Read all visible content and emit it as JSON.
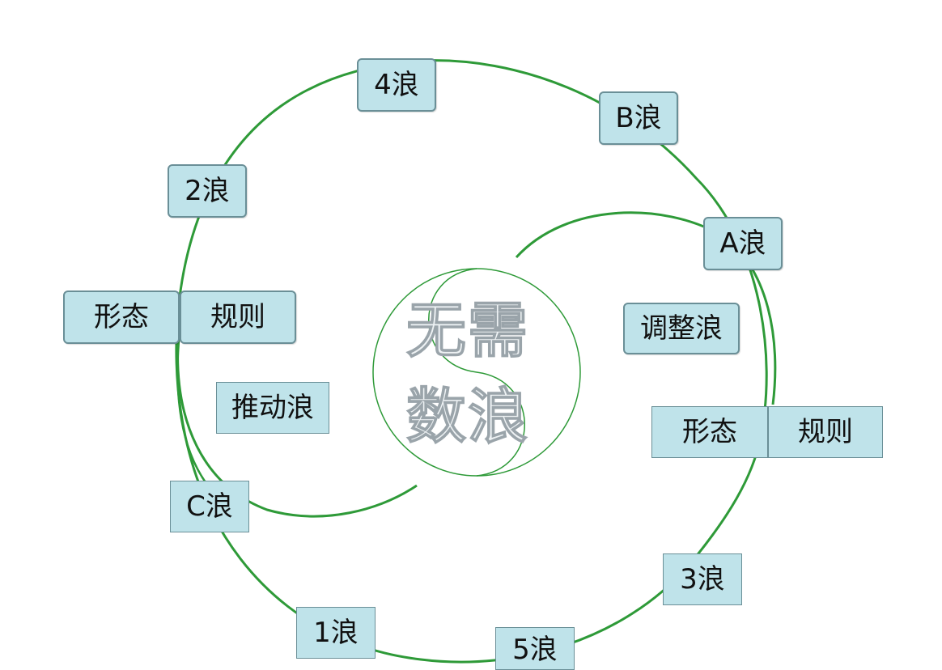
{
  "colors": {
    "line": "#2e9a38",
    "box_fill": "#bfe3ea",
    "box_border": "#6a8f97",
    "text": "#111111"
  },
  "waves": {
    "w4": "4浪",
    "wB": "B浪",
    "w2": "2浪",
    "wA": "A浪",
    "wC": "C浪",
    "w3": "3浪",
    "w1": "1浪",
    "w5": "5浪"
  },
  "left_pair": {
    "form": "形态",
    "rule": "规则"
  },
  "right_pair": {
    "form": "形态",
    "rule": "规则"
  },
  "impulse_label": "推动浪",
  "correction_label": "调整浪",
  "center_text": {
    "line1": "无需",
    "line2": "数浪"
  }
}
